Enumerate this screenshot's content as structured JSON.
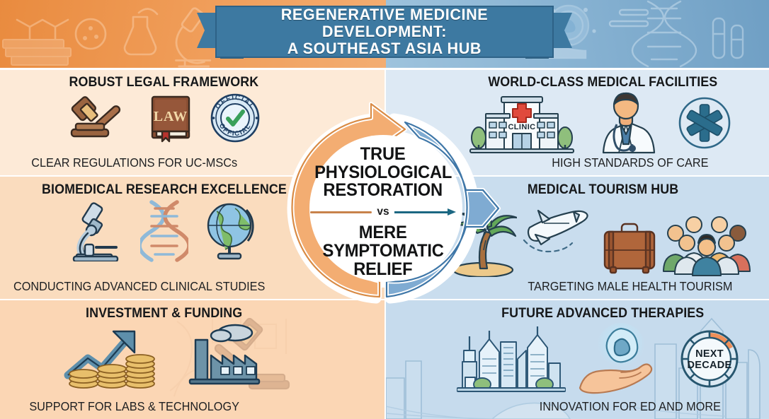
{
  "header": {
    "title_line1": "REGENERATIVE MEDICINE DEVELOPMENT:",
    "title_line2": "A SOUTHEAST ASIA HUB",
    "left_art_label": "science-lab-watermark",
    "right_art_label": "stem-cell-dna-watermark",
    "banner_color": "#3d79a1",
    "left_bg": "#ef9b56",
    "right_bg": "#87b2d2"
  },
  "center": {
    "top_line1": "TRUE",
    "top_line2": "PHYSIOLOGICAL",
    "top_line3": "RESTORATION",
    "vs": "vs",
    "bottom_line1": "MERE",
    "bottom_line2": "SYMPTOMATIC",
    "bottom_line3": "RELIEF",
    "ring_left_color": "#f0a868",
    "ring_right_color": "#79a6cf",
    "rule_left_color": "#c8824b",
    "rule_right_color": "#1b6782"
  },
  "panels": {
    "left": [
      {
        "title": "ROBUST LEGAL FRAMEWORK",
        "subtitle": "CLEAR REGULATIONS FOR UC-MSCs",
        "bg": "#fdead7",
        "icons": [
          "gavel-icon",
          "law-book-icon",
          "official-stamp-icon"
        ],
        "icon_text": {
          "book": "LAW",
          "stamp_top": "OFFICIAL",
          "stamp_bottom": "OFFICIAL"
        }
      },
      {
        "title": "BIOMEDICAL RESEARCH EXCELLENCE",
        "subtitle": "CONDUCTING ADVANCED CLINICAL STUDIES",
        "bg": "#fadcbe",
        "icons": [
          "microscope-icon",
          "dna-helix-icon",
          "globe-icon"
        ]
      },
      {
        "title": "INVESTMENT & FUNDING",
        "subtitle": "SUPPORT FOR LABS & TECHNOLOGY",
        "bg": "#fbd6b4",
        "icons": [
          "growth-arrow-coins-icon",
          "factory-icon"
        ]
      }
    ],
    "right": [
      {
        "title": "WORLD-CLASS MEDICAL FACILITIES",
        "subtitle": "HIGH STANDARDS OF CARE",
        "bg": "#dde9f4",
        "icons": [
          "clinic-building-icon",
          "doctor-icon",
          "star-of-life-icon"
        ],
        "icon_text": {
          "building": "CLINIC"
        }
      },
      {
        "title": "MEDICAL TOURISM HUB",
        "subtitle": "TARGETING MALE HEALTH TOURISM",
        "bg": "#c9ddee",
        "icons": [
          "palm-tree-icon",
          "airplane-icon",
          "suitcase-icon",
          "people-group-icon"
        ]
      },
      {
        "title": "FUTURE ADVANCED THERAPIES",
        "subtitle": "INNOVATION FOR ED AND MORE",
        "bg": "#c6dbed",
        "icons": [
          "city-skyline-icon",
          "hand-holding-cell-icon",
          "clock-icon"
        ],
        "icon_text": {
          "clock_line1": "NEXT",
          "clock_line2": "DECADE"
        }
      }
    ]
  }
}
